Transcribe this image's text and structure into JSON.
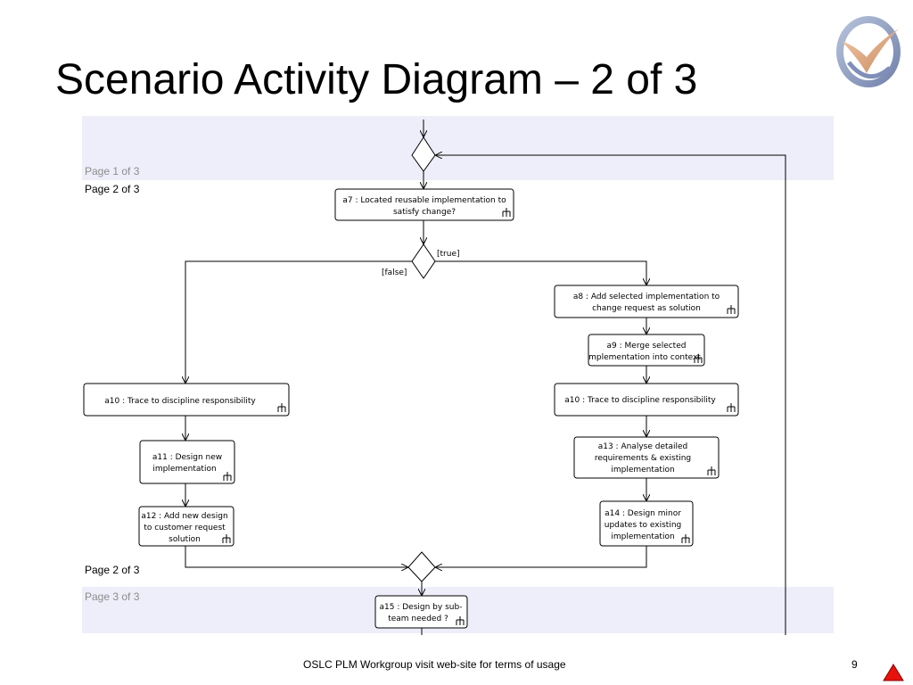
{
  "slide": {
    "title": "Scenario Activity Diagram – 2 of 3",
    "footer": "OSLC PLM Workgroup visit web-site for terms of usage",
    "page_number": "9",
    "logo_icon": "oslc-swirl-logo-icon",
    "nav_icon": "red-up-triangle-icon"
  },
  "diagram": {
    "page_labels": {
      "page1": "Page 1 of 3",
      "page2_top": "Page 2 of 3",
      "page2_bottom": "Page 2 of 3",
      "page3": "Page 3 of 3"
    },
    "band_color": "#eeeefa",
    "guards": {
      "true": "[true]",
      "false": "[false]"
    },
    "nodes": {
      "a7": [
        "a7 : Located reusable implementation to",
        "satisfy change?"
      ],
      "a8": [
        "a8 : Add selected implementation to",
        "change request as solution"
      ],
      "a9": [
        "a9 : Merge selected",
        "mplementation into context"
      ],
      "a10_left": [
        "a10 : Trace to discipline responsibility"
      ],
      "a10_right": [
        "a10 : Trace to discipline responsibility"
      ],
      "a11": [
        "a11 : Design new",
        "implementation"
      ],
      "a12": [
        "a12 : Add  new design",
        "to customer request",
        "solution"
      ],
      "a13": [
        "a13 : Analyse detailed",
        "requirements & existing",
        "implementation"
      ],
      "a14": [
        "a14 : Design minor",
        "updates to existing",
        "implementation"
      ],
      "a15": [
        "a15 : Design by sub-",
        "team needed ?"
      ]
    }
  }
}
